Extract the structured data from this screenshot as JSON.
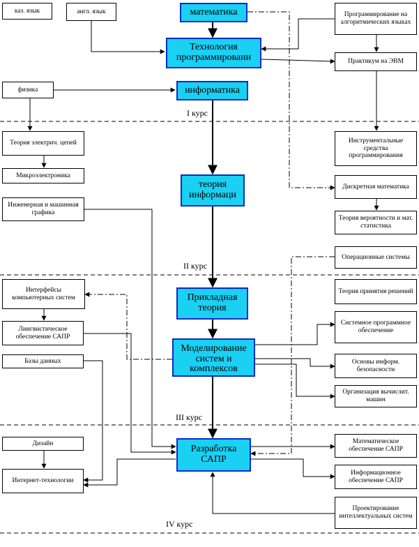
{
  "nodes": {
    "kaz": "каз. язык",
    "angl": "англ. язык",
    "mat": "математика",
    "prog_alg": "Программирование на алгоритмических языках",
    "tech": "Технология программировани",
    "evm": "Практикум на ЭВМ",
    "fiz": "физика",
    "inf": "информатика",
    "teor_el": "Теория электрич. цепей",
    "instr": "Инструментальные средства программирования",
    "mikro": "Микроэлектроника",
    "teor_inf": "теория информаци",
    "disk": "Дискретная математика",
    "inzh": "Инженерная и машинная графика",
    "ver": "Теория вероятности и мат. статистика",
    "os": "Операционные системы",
    "interf": "Интерфейсы компьютерных систем",
    "prikl": "Прикладная теория",
    "prin": "Теория принятия решений",
    "ling": "Лингвистическое обеспечение САПР",
    "model": "Моделирование систем и комплексов",
    "sys_po": "Системное программное обеспечение",
    "bd": "Базы данных",
    "osn_inf": "Основы информ. безопасности",
    "org": "Организация вычислит. машин",
    "diz": "Дизайн",
    "razr": "Разработка САПР",
    "mat_obesp": "Математическое обеспечение САПР",
    "internet": "Интернет-технологии",
    "inf_obesp": "Информационное обеспечение САПР",
    "proekt": "Проектирование интеллектуальных систем"
  },
  "courses": [
    "I курс",
    "II курс",
    "III курс",
    "IV курс"
  ],
  "colors": {
    "core_fill": "#1ad0f3",
    "core_border": "#0a2cc6",
    "line": "#000000"
  }
}
